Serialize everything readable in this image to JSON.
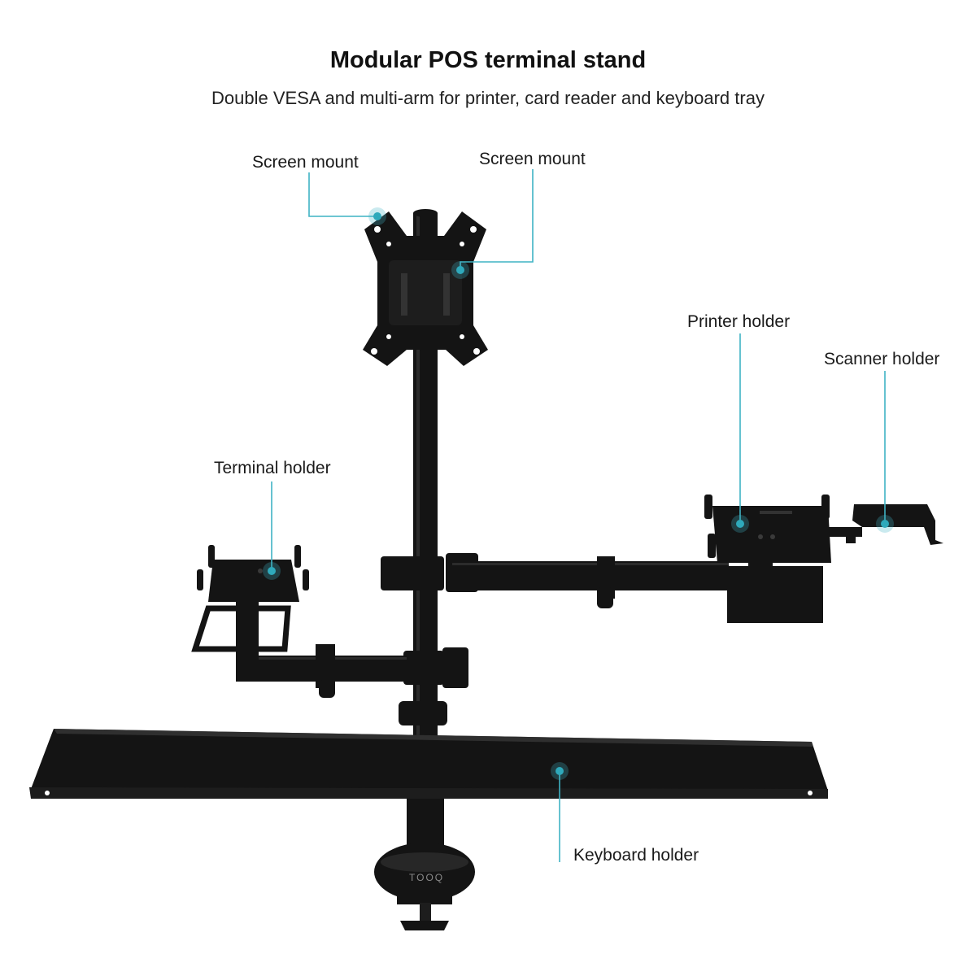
{
  "header": {
    "title": "Modular POS terminal stand",
    "subtitle": "Double VESA and multi-arm for printer, card reader and keyboard tray"
  },
  "callouts": {
    "screen_mount_left": "Screen mount",
    "screen_mount_right": "Screen mount",
    "printer_holder": "Printer holder",
    "scanner_holder": "Scanner holder",
    "terminal_holder": "Terminal holder",
    "keyboard_holder": "Keyboard holder"
  },
  "product": {
    "brand_mark": "TOOQ"
  },
  "colors": {
    "accent": "#3fb3c4",
    "product": "#141414",
    "background": "#ffffff"
  }
}
